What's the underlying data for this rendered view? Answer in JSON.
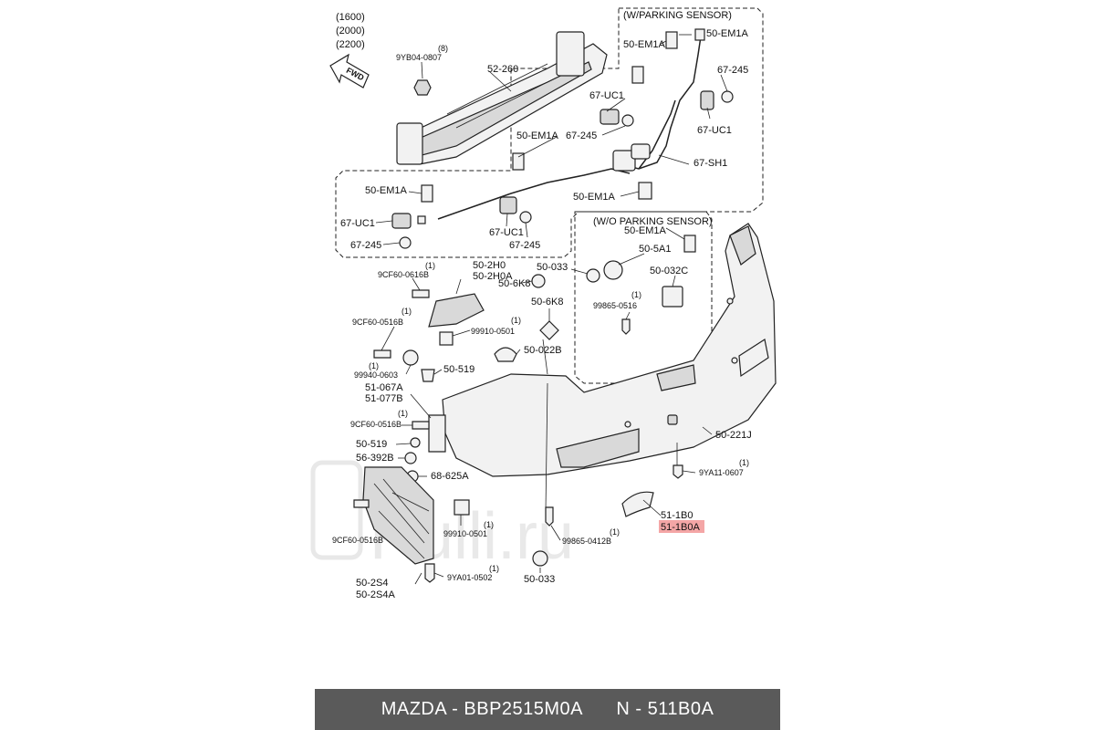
{
  "engine_codes": [
    "(1600)",
    "(2000)",
    "(2200)"
  ],
  "direction_tag": "FWD",
  "box_with_sensor_title": "(W/PARKING SENSOR)",
  "box_without_sensor_title": "(W/O PARKING SENSOR)",
  "labels": {
    "l_9yb04": "9YB04-0807",
    "l_9yb04_q": "(8)",
    "l_52260": "52-260",
    "l_em1a_a": "50-EM1A",
    "l_em1a_b": "50-EM1A",
    "l_67245_a": "67-245",
    "l_67uc1_a": "67-UC1",
    "l_67uc1_b": "67-UC1",
    "l_67245_b": "67-245",
    "l_em1a_c": "50-EM1A",
    "l_67sh1": "67-SH1",
    "l_em1a_d": "50-EM1A",
    "l_em1a_e": "50-EM1A",
    "l_67uc1_c": "67-UC1",
    "l_67uc1_d": "67-UC1",
    "l_67245_c": "67-245",
    "l_67245_d": "67-245",
    "l_em1a_f": "50-EM1A",
    "l_505a1": "50-5A1",
    "l_50033_a": "50-033",
    "l_50032c": "50-032C",
    "l_506k8_a": "50-6K8",
    "l_506k8_b": "50-6K8",
    "l_99865_0516": "99865-0516",
    "l_99865_0516_q": "(1)",
    "l_9cf60_a": "9CF60-0616B",
    "l_9cf60_a_q": "(1)",
    "l_502h0": "50-2H0",
    "l_502h0a": "50-2H0A",
    "l_9cf60_b": "9CF60-0516B",
    "l_9cf60_b_q": "(1)",
    "l_99910_a": "99910-0501",
    "l_99910_a_q": "(1)",
    "l_50022b": "50-022B",
    "l_99940": "99940-0603",
    "l_99940_q": "(1)",
    "l_50519_a": "50-519",
    "l_51067a": "51-067A",
    "l_51077b": "51-077B",
    "l_9cf60_c": "9CF60-0516B",
    "l_9cf60_c_q": "(1)",
    "l_50221j": "50-221J",
    "l_50519_b": "50-519",
    "l_56392b": "56-392B",
    "l_68625a": "68-625A",
    "l_9ya11": "9YA11-0607",
    "l_9ya11_q": "(1)",
    "l_511b0": "51-1B0",
    "l_511b0a": "51-1B0A",
    "l_9cf60_d": "9CF60-0516B",
    "l_99910_b": "99910-0501",
    "l_99910_b_q": "(1)",
    "l_99865_0412": "99865-0412B",
    "l_99865_0412_q": "(1)",
    "l_502s4": "50-2S4",
    "l_502s4a": "50-2S4A",
    "l_9ya01": "9YA01-0502",
    "l_9ya01_q": "(1)",
    "l_50033_b": "50-033"
  },
  "highlight_part": "51-1B0A",
  "highlight_color": "#f4a6a6",
  "watermark_text": "Rulli.ru",
  "footer": {
    "left": "MAZDA - BBP2515M0A",
    "right": "N - 511B0A"
  }
}
